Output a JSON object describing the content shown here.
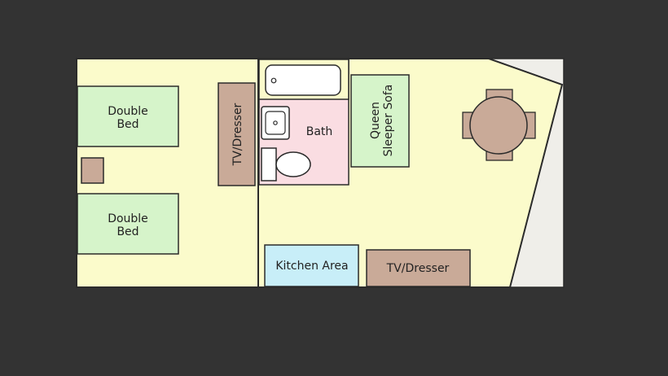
{
  "floor_plan": {
    "bedroom": {
      "bed_1_label_line1": "Double",
      "bed_1_label_line2": "Bed",
      "bed_2_label_line1": "Double",
      "bed_2_label_line2": "Bed",
      "dresser_label": "TV/Dresser"
    },
    "bathroom": {
      "label": "Bath"
    },
    "living": {
      "sofa_label_line1": "Queen",
      "sofa_label_line2": "Sleeper Sofa",
      "kitchen_label": "Kitchen Area",
      "dresser_label": "TV/Dresser"
    }
  },
  "colors": {
    "background": "#333333",
    "floor": "#FBFBCB",
    "bed": "#D6F4CA",
    "sofa": "#D6F4CA",
    "wood": "#C9AA98",
    "bath_floor": "#FADDE2",
    "kitchen": "#C8EEF8",
    "balcony": "#EFEEE9",
    "outline": "#2B2B2B"
  }
}
